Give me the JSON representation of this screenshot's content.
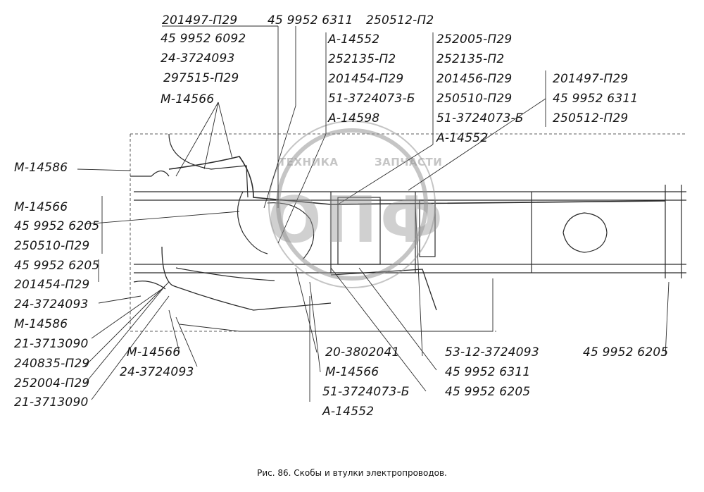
{
  "caption": "Рис. 86. Скобы и втулки электропроводов.",
  "watermark": {
    "text_left": "ТЕХНИКА",
    "text_right": "ЗАПЧАСТИ",
    "letters": "ОПФ"
  },
  "labels": {
    "top_1": "201497-П29",
    "top_2": "45 9952 6311",
    "top_3": "250512-П2",
    "left_col_1": "45 9952 6092",
    "left_col_2": "24-3724093",
    "left_col_3": "297515-П29",
    "left_col_4": "М-14566",
    "mid_col_1": "А-14552",
    "mid_col_2": "252135-П2",
    "mid_col_3": "201454-П29",
    "mid_col_4": "51-3724073-Б",
    "mid_col_5": "А-14598",
    "right_col_1": "252005-П29",
    "right_col_2": "252135-П2",
    "right_col_3": "201456-П29",
    "right_col_4": "250510-П29",
    "right_col_5": "51-3724073-Б",
    "right_col_6": "А-14552",
    "far_right_1": "201497-П29",
    "far_right_2": "45 9952 6311",
    "far_right_3": "250512-П29",
    "left_m14586": "М-14586",
    "left_m14566": "М-14566",
    "left_6205_a": "45 9952 6205",
    "left_250510": "250510-П29",
    "left_6205_b": "45 9952 6205",
    "left_201454": "201454-П29",
    "left_24_3724093": "24-3724093",
    "left_m14586_b": "М-14586",
    "left_21_3713090_a": "21-3713090",
    "left_240835": "240835-П29",
    "left_252004": "252004-П29",
    "left_21_3713090_b": "21-3713090",
    "bottom_m14566": "М-14566",
    "bottom_24_3724093": "24-3724093",
    "bottom_20_3802041": "20-3802041",
    "bottom_m14566_b": "М-14566",
    "bottom_51_3724073": "51-3724073-Б",
    "bottom_a14552": "А-14552",
    "bottom_53_12": "53-12-3724093",
    "bottom_6311": "45 9952 6311",
    "bottom_6205": "45 9952 6205",
    "bottom_right_6205": "45 9952 6205"
  }
}
